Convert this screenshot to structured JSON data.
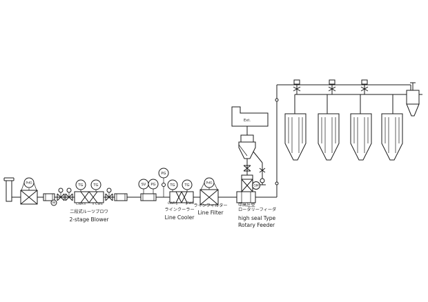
{
  "instruments": {
    "pdg_blower": "PdG",
    "tg_1": "TG",
    "tg_2": "TG",
    "m_motor": "M",
    "cwr_blower": "CWR",
    "cws_blower": "CWS",
    "sv": "SV",
    "pg_1": "PG",
    "pg_2": "PG",
    "tg_3": "TG",
    "tg_4": "TG",
    "cwr_cooler": "CWR",
    "cws_cooler": "CWS",
    "pdg_filter": "PdG",
    "gm": "GM"
  },
  "labels": {
    "blower_jp": "二段式ルーツブロワ",
    "blower_en": "2-stage Blower",
    "cooler_jp": "ラインクーラー",
    "cooler_en": "Line Cooler",
    "filter_jp": "ラインフィルター",
    "filter_en": "Line Filter",
    "feeder_jp_1": "中高圧型",
    "feeder_jp_2": "ロータリーフィーダ",
    "feeder_en_1": "high seal Type",
    "feeder_en_2": "Rotary Feeder",
    "ext": "Ext."
  }
}
